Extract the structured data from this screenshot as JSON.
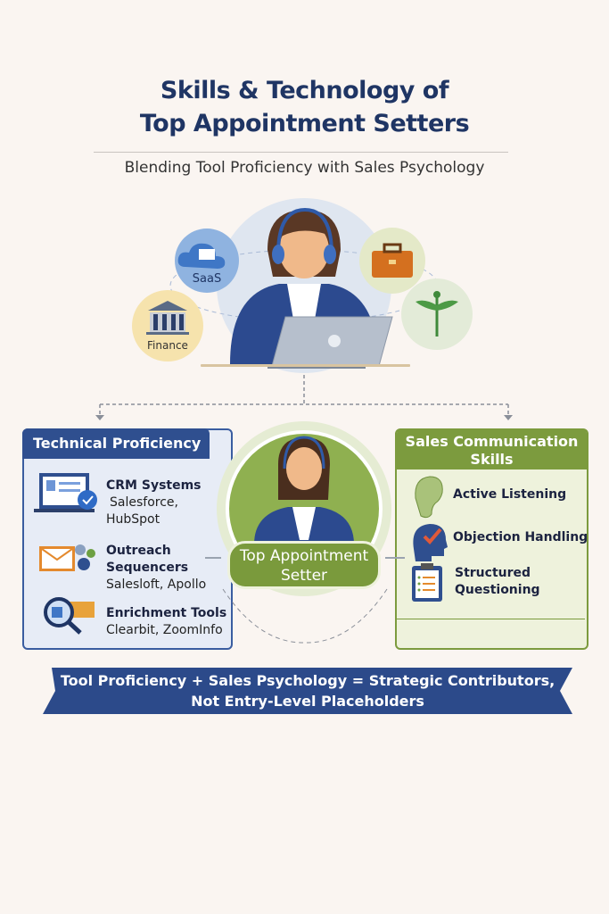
{
  "header": {
    "title_line1": "Skills & Technology of",
    "title_line2": "Top Appointment Setters",
    "subtitle": "Blending Tool Proficiency with Sales Psychology"
  },
  "hero": {
    "industries": [
      {
        "label": "SaaS",
        "icon": "cloud-mail-icon"
      },
      {
        "label": "Finance",
        "icon": "bank-icon"
      },
      {
        "label": "",
        "icon": "briefcase-icon"
      },
      {
        "label": "",
        "icon": "caduceus-icon"
      }
    ]
  },
  "technical": {
    "heading": "Technical Proficiency",
    "items": [
      {
        "title": "CRM Systems",
        "detail_line1": "Salesforce,",
        "detail_line2": "HubSpot",
        "icon": "crm-laptop-icon"
      },
      {
        "title_line1": "Outreach",
        "title_line2": "Sequencers",
        "detail": "Salesloft, Apollo",
        "icon": "email-gears-icon"
      },
      {
        "title": "Enrichment Tools",
        "detail": "Clearbit, ZoomInfo",
        "icon": "magnifier-icon"
      }
    ]
  },
  "center": {
    "label_line1": "Top Appointment",
    "label_line2": "Setter"
  },
  "communication": {
    "heading_line1": "Sales Communication",
    "heading_line2": "Skills",
    "items": [
      {
        "title": "Active Listening",
        "icon": "ear-icon"
      },
      {
        "title": "Objection Handling",
        "icon": "head-check-icon"
      },
      {
        "title_line1": "Structured",
        "title_line2": "Questioning",
        "icon": "clipboard-icon"
      }
    ]
  },
  "banner": {
    "line1": "Tool Proficiency + Sales Psychology = Strategic Contributors,",
    "line2": "Not Entry-Level Placeholders"
  },
  "colors": {
    "navy": "#1f3564",
    "blue": "#2f4f8f",
    "green": "#7c9b3e",
    "background": "#faf5f1"
  }
}
